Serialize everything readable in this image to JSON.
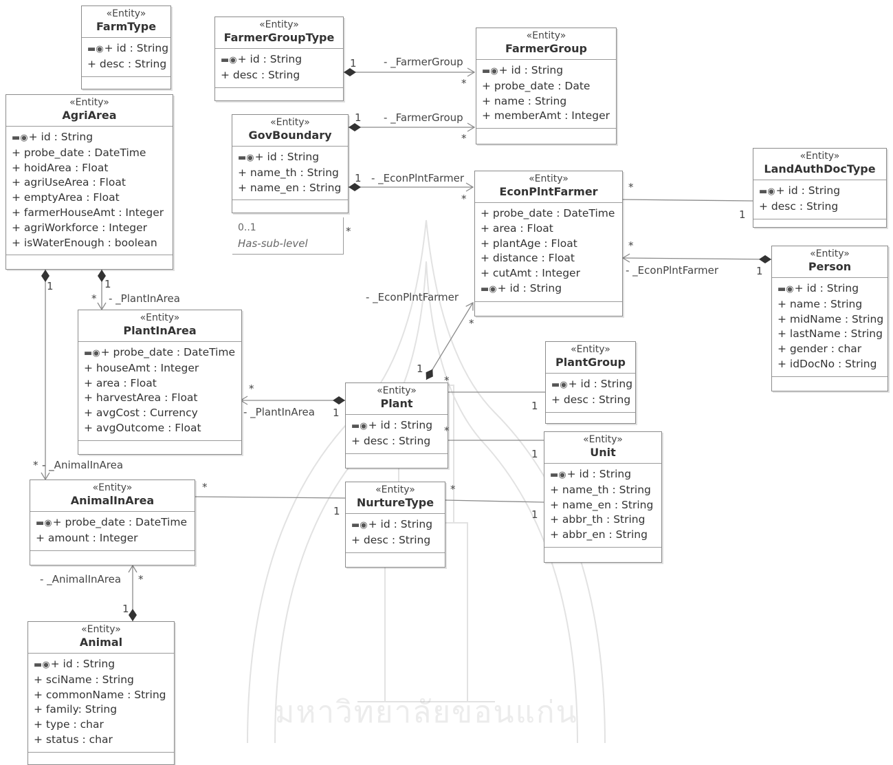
{
  "entities": [
    {
      "stereotype": "«Entity»",
      "name": "FarmType",
      "attributes": [
        {
          "key": true,
          "text": "+ id : String"
        },
        {
          "key": false,
          "text": "+ desc : String"
        }
      ]
    },
    {
      "stereotype": "«Entity»",
      "name": "FarmerGroupType",
      "attributes": [
        {
          "key": true,
          "text": "+ id : String"
        },
        {
          "key": false,
          "text": "+ desc : String"
        }
      ]
    },
    {
      "stereotype": "«Entity»",
      "name": "FarmerGroup",
      "attributes": [
        {
          "key": true,
          "text": "+ id : String"
        },
        {
          "key": false,
          "text": "+ probe_date : Date"
        },
        {
          "key": false,
          "text": "+ name : String"
        },
        {
          "key": false,
          "text": "+ memberAmt : Integer"
        }
      ]
    },
    {
      "stereotype": "«Entity»",
      "name": "AgriArea",
      "attributes": [
        {
          "key": true,
          "text": "+ id : String"
        },
        {
          "key": false,
          "text": "+ probe_date : DateTime"
        },
        {
          "key": false,
          "text": "+ hoidArea : Float"
        },
        {
          "key": false,
          "text": "+ agriUseArea : Float"
        },
        {
          "key": false,
          "text": "+ emptyArea : Float"
        },
        {
          "key": false,
          "text": "+ farmerHouseAmt : Integer"
        },
        {
          "key": false,
          "text": "+ agriWorkforce : Integer"
        },
        {
          "key": false,
          "text": "+ isWaterEnough : boolean"
        }
      ]
    },
    {
      "stereotype": "«Entity»",
      "name": "GovBoundary",
      "attributes": [
        {
          "key": true,
          "text": "+ id : String"
        },
        {
          "key": false,
          "text": "+ name_th : String"
        },
        {
          "key": false,
          "text": "+ name_en : String"
        }
      ]
    },
    {
      "stereotype": "«Entity»",
      "name": "EconPlntFarmer",
      "attributes": [
        {
          "key": false,
          "text": "+ probe_date : DateTime"
        },
        {
          "key": false,
          "text": "+ area : Float"
        },
        {
          "key": false,
          "text": "+ plantAge : Float"
        },
        {
          "key": false,
          "text": "+ distance : Float"
        },
        {
          "key": false,
          "text": "+ cutAmt : Integer"
        },
        {
          "key": true,
          "text": "+ id : String"
        }
      ]
    },
    {
      "stereotype": "«Entity»",
      "name": "LandAuthDocType",
      "attributes": [
        {
          "key": true,
          "text": "+ id : String"
        },
        {
          "key": false,
          "text": "+ desc : String"
        }
      ]
    },
    {
      "stereotype": "«Entity»",
      "name": "Person",
      "attributes": [
        {
          "key": true,
          "text": "+ id : String"
        },
        {
          "key": false,
          "text": "+ name : String"
        },
        {
          "key": false,
          "text": "+ midName : String"
        },
        {
          "key": false,
          "text": "+ lastName : String"
        },
        {
          "key": false,
          "text": "+ gender : char"
        },
        {
          "key": false,
          "text": "+ idDocNo : String"
        }
      ]
    },
    {
      "stereotype": "«Entity»",
      "name": "PlantInArea",
      "attributes": [
        {
          "key": true,
          "text": "+ probe_date : DateTime"
        },
        {
          "key": false,
          "text": "+ houseAmt : Integer"
        },
        {
          "key": false,
          "text": "+ area : Float"
        },
        {
          "key": false,
          "text": "+ harvestArea : Float"
        },
        {
          "key": false,
          "text": "+ avgCost : Currency"
        },
        {
          "key": false,
          "text": "+ avgOutcome : Float"
        }
      ]
    },
    {
      "stereotype": "«Entity»",
      "name": "PlantGroup",
      "attributes": [
        {
          "key": true,
          "text": "+ id : String"
        },
        {
          "key": false,
          "text": "+ desc : String"
        }
      ]
    },
    {
      "stereotype": "«Entity»",
      "name": "Plant",
      "attributes": [
        {
          "key": true,
          "text": "+ id : String"
        },
        {
          "key": false,
          "text": "+ desc : String"
        }
      ]
    },
    {
      "stereotype": "«Entity»",
      "name": "Unit",
      "attributes": [
        {
          "key": true,
          "text": "+ id : String"
        },
        {
          "key": false,
          "text": "+ name_th : String"
        },
        {
          "key": false,
          "text": "+ name_en : String"
        },
        {
          "key": false,
          "text": "+ abbr_th : String"
        },
        {
          "key": false,
          "text": "+ abbr_en : String"
        }
      ]
    },
    {
      "stereotype": "«Entity»",
      "name": "AnimalInArea",
      "attributes": [
        {
          "key": true,
          "text": "+ probe_date : DateTime"
        },
        {
          "key": false,
          "text": "+ amount : Integer"
        }
      ]
    },
    {
      "stereotype": "«Entity»",
      "name": "NurtureType",
      "attributes": [
        {
          "key": true,
          "text": "+ id : String"
        },
        {
          "key": false,
          "text": "+ desc : String"
        }
      ]
    },
    {
      "stereotype": "«Entity»",
      "name": "Animal",
      "attributes": [
        {
          "key": true,
          "text": "+ id : String"
        },
        {
          "key": false,
          "text": "+ sciName : String"
        },
        {
          "key": false,
          "text": "+ commonName : String"
        },
        {
          "key": false,
          "text": "+ family: String"
        },
        {
          "key": false,
          "text": "+ type : char"
        },
        {
          "key": false,
          "text": "+ status : char"
        }
      ]
    }
  ],
  "associations": [
    {
      "from": "FarmerGroupType",
      "to": "FarmerGroup",
      "role": "- _FarmerGroup",
      "from_mult": "1",
      "to_mult": "*"
    },
    {
      "from": "GovBoundary",
      "to": "FarmerGroup",
      "role": "- _FarmerGroup",
      "from_mult": "1",
      "to_mult": "*"
    },
    {
      "from": "GovBoundary",
      "to": "EconPlntFarmer",
      "role": "- _EconPlntFarmer",
      "from_mult": "1",
      "to_mult": "*"
    },
    {
      "from": "EconPlntFarmer",
      "to": "LandAuthDocType",
      "role": "",
      "from_mult": "*",
      "to_mult": "1"
    },
    {
      "from": "Person",
      "to": "EconPlntFarmer",
      "role": "- _EconPlntFarmer",
      "from_mult": "1",
      "to_mult": "*"
    },
    {
      "from": "Plant",
      "to": "EconPlntFarmer",
      "role": "- _EconPlntFarmer",
      "from_mult": "1",
      "to_mult": "*"
    },
    {
      "from": "AgriArea",
      "to": "PlantInArea",
      "role": "- _PlantInArea",
      "from_mult": "1",
      "to_mult": "*"
    },
    {
      "from": "Plant",
      "to": "PlantInArea",
      "role": "- _PlantInArea",
      "from_mult": "1",
      "to_mult": "*"
    },
    {
      "from": "Plant",
      "to": "PlantGroup",
      "role": "",
      "from_mult": "*",
      "to_mult": "1"
    },
    {
      "from": "Plant",
      "to": "Unit",
      "role": "",
      "from_mult": "*",
      "to_mult": "1"
    },
    {
      "from": "AgriArea",
      "to": "AnimalInArea",
      "role": "- _AnimalInArea",
      "from_mult": "1",
      "to_mult": "*"
    },
    {
      "from": "AnimalInArea",
      "to": "NurtureType",
      "role": "",
      "from_mult": "*",
      "to_mult": "1"
    },
    {
      "from": "NurtureType",
      "to": "Unit",
      "role": "",
      "from_mult": "*",
      "to_mult": "1"
    },
    {
      "from": "Animal",
      "to": "AnimalInArea",
      "role": "- _AnimalInArea",
      "from_mult": "1",
      "to_mult": "*"
    }
  ],
  "self_association": {
    "entity": "GovBoundary",
    "multiplicity": "0..1",
    "role": "Has-sub-level",
    "other_mult": "*"
  },
  "watermark": {
    "text": "มหาวิทยาลัยขอนแก่น"
  },
  "colors": {
    "line": "#8a8a8a",
    "border": "#8a8a8a",
    "text": "#333333"
  },
  "icons": {
    "key": "key-icon",
    "diamond": "composition-diamond-icon",
    "arrow": "open-arrow-icon"
  }
}
